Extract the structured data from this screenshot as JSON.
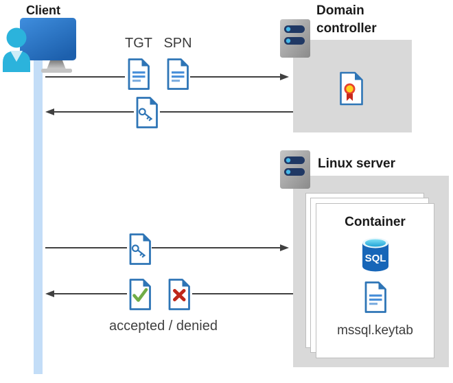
{
  "diagram": {
    "client": {
      "label": "Client",
      "icon": "client-user-computer-icon"
    },
    "domain_controller": {
      "label": "Domain controller",
      "icon": "server-icon",
      "contents": [
        {
          "icon": "certificate-icon"
        }
      ]
    },
    "linux_server": {
      "label": "Linux server",
      "icon": "server-icon",
      "container": {
        "label": "Container",
        "sql_label": "SQL",
        "sql_icon": "sql-database-icon",
        "keytab_icon": "keytab-document-icon",
        "keytab_label": "mssql.keytab"
      }
    },
    "messages": [
      {
        "from": "client",
        "to": "domain_controller",
        "direction": "right",
        "labels": [
          "TGT",
          "SPN"
        ],
        "icons": [
          "tgt-document-icon",
          "spn-document-icon"
        ]
      },
      {
        "from": "domain_controller",
        "to": "client",
        "direction": "left",
        "icons": [
          "ticket-key-document-icon"
        ]
      },
      {
        "from": "client",
        "to": "linux_server",
        "direction": "right",
        "icons": [
          "ticket-key-document-icon"
        ]
      },
      {
        "from": "linux_server",
        "to": "client",
        "direction": "left",
        "caption": "accepted / denied",
        "icons": [
          "accepted-document-icon",
          "denied-document-icon"
        ]
      }
    ]
  },
  "colors": {
    "doc_border": "#2e75b6",
    "doc_text_line": "#4a90d9",
    "doc_text_line_light": "#7fafe0",
    "accent_green": "#70ad47",
    "accent_red": "#bf271a",
    "box_gray": "#d9d9d9",
    "lifeline_blue": "#c3ddf7",
    "arrow_gray": "#404040",
    "sql_blue": "#1766b8",
    "server_bar_navy": "#203864",
    "person_cyan": "#2bb3dc",
    "certificate_red": "#e8432d",
    "certificate_yellow": "#ffd21f"
  }
}
